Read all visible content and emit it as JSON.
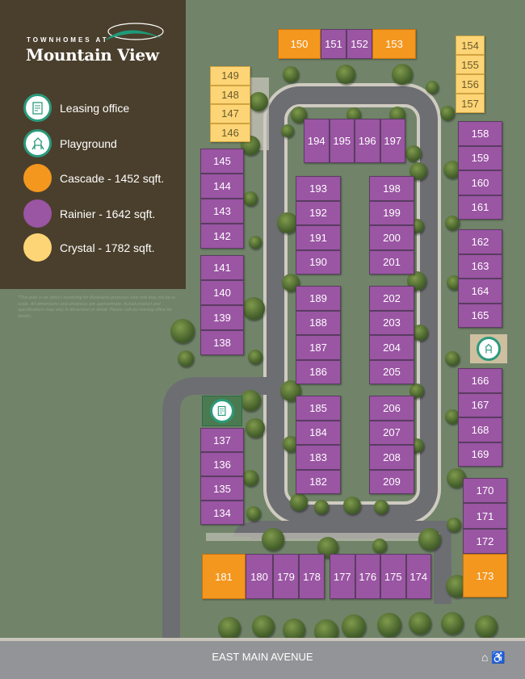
{
  "brand": {
    "tagline": "TOWNHOMES AT",
    "name": "Mountain View"
  },
  "legend": [
    {
      "label": "Leasing office",
      "icon": "leasing-office-icon"
    },
    {
      "label": "Playground",
      "icon": "playground-icon"
    },
    {
      "label": "Cascade - 1452 sqft.",
      "color": "#f4971f"
    },
    {
      "label": "Rainier - 1642 sqft.",
      "color": "#9a55a3"
    },
    {
      "label": "Crystal - 1782 sqft.",
      "color": "#fdd576"
    }
  ],
  "disclaimer": "*This plan is an artist's rendering for illustrative purposes only and may not be to scale. All dimensions and distances are approximate. Actual product and specifications may vary in dimension or detail. Please call our leasing office for details.",
  "street": "EAST MAIN AVENUE",
  "accessibility_icons": [
    "equal-housing-icon",
    "wheelchair-icon"
  ],
  "units": [
    {
      "n": "150",
      "t": "cascade"
    },
    {
      "n": "151",
      "t": "rainier"
    },
    {
      "n": "152",
      "t": "rainier"
    },
    {
      "n": "153",
      "t": "cascade"
    },
    {
      "n": "154",
      "t": "crystal"
    },
    {
      "n": "155",
      "t": "crystal"
    },
    {
      "n": "156",
      "t": "crystal"
    },
    {
      "n": "157",
      "t": "crystal"
    },
    {
      "n": "149",
      "t": "crystal"
    },
    {
      "n": "148",
      "t": "crystal"
    },
    {
      "n": "147",
      "t": "crystal"
    },
    {
      "n": "146",
      "t": "crystal"
    },
    {
      "n": "145",
      "t": "rainier"
    },
    {
      "n": "144",
      "t": "rainier"
    },
    {
      "n": "143",
      "t": "rainier"
    },
    {
      "n": "142",
      "t": "rainier"
    },
    {
      "n": "141",
      "t": "rainier"
    },
    {
      "n": "140",
      "t": "rainier"
    },
    {
      "n": "139",
      "t": "rainier"
    },
    {
      "n": "138",
      "t": "rainier"
    },
    {
      "n": "194",
      "t": "rainier"
    },
    {
      "n": "195",
      "t": "rainier"
    },
    {
      "n": "196",
      "t": "rainier"
    },
    {
      "n": "197",
      "t": "rainier"
    },
    {
      "n": "193",
      "t": "rainier"
    },
    {
      "n": "192",
      "t": "rainier"
    },
    {
      "n": "191",
      "t": "rainier"
    },
    {
      "n": "190",
      "t": "rainier"
    },
    {
      "n": "198",
      "t": "rainier"
    },
    {
      "n": "199",
      "t": "rainier"
    },
    {
      "n": "200",
      "t": "rainier"
    },
    {
      "n": "201",
      "t": "rainier"
    },
    {
      "n": "189",
      "t": "rainier"
    },
    {
      "n": "188",
      "t": "rainier"
    },
    {
      "n": "187",
      "t": "rainier"
    },
    {
      "n": "186",
      "t": "rainier"
    },
    {
      "n": "202",
      "t": "rainier"
    },
    {
      "n": "203",
      "t": "rainier"
    },
    {
      "n": "204",
      "t": "rainier"
    },
    {
      "n": "205",
      "t": "rainier"
    },
    {
      "n": "185",
      "t": "rainier"
    },
    {
      "n": "184",
      "t": "rainier"
    },
    {
      "n": "183",
      "t": "rainier"
    },
    {
      "n": "182",
      "t": "rainier"
    },
    {
      "n": "206",
      "t": "rainier"
    },
    {
      "n": "207",
      "t": "rainier"
    },
    {
      "n": "208",
      "t": "rainier"
    },
    {
      "n": "209",
      "t": "rainier"
    },
    {
      "n": "158",
      "t": "rainier"
    },
    {
      "n": "159",
      "t": "rainier"
    },
    {
      "n": "160",
      "t": "rainier"
    },
    {
      "n": "161",
      "t": "rainier"
    },
    {
      "n": "162",
      "t": "rainier"
    },
    {
      "n": "163",
      "t": "rainier"
    },
    {
      "n": "164",
      "t": "rainier"
    },
    {
      "n": "165",
      "t": "rainier"
    },
    {
      "n": "166",
      "t": "rainier"
    },
    {
      "n": "167",
      "t": "rainier"
    },
    {
      "n": "168",
      "t": "rainier"
    },
    {
      "n": "169",
      "t": "rainier"
    },
    {
      "n": "170",
      "t": "rainier"
    },
    {
      "n": "171",
      "t": "rainier"
    },
    {
      "n": "172",
      "t": "rainier"
    },
    {
      "n": "173",
      "t": "cascade"
    },
    {
      "n": "137",
      "t": "rainier"
    },
    {
      "n": "136",
      "t": "rainier"
    },
    {
      "n": "135",
      "t": "rainier"
    },
    {
      "n": "134",
      "t": "rainier"
    },
    {
      "n": "181",
      "t": "cascade"
    },
    {
      "n": "180",
      "t": "rainier"
    },
    {
      "n": "179",
      "t": "rainier"
    },
    {
      "n": "178",
      "t": "rainier"
    },
    {
      "n": "177",
      "t": "rainier"
    },
    {
      "n": "176",
      "t": "rainier"
    },
    {
      "n": "175",
      "t": "rainier"
    },
    {
      "n": "174",
      "t": "rainier"
    }
  ]
}
